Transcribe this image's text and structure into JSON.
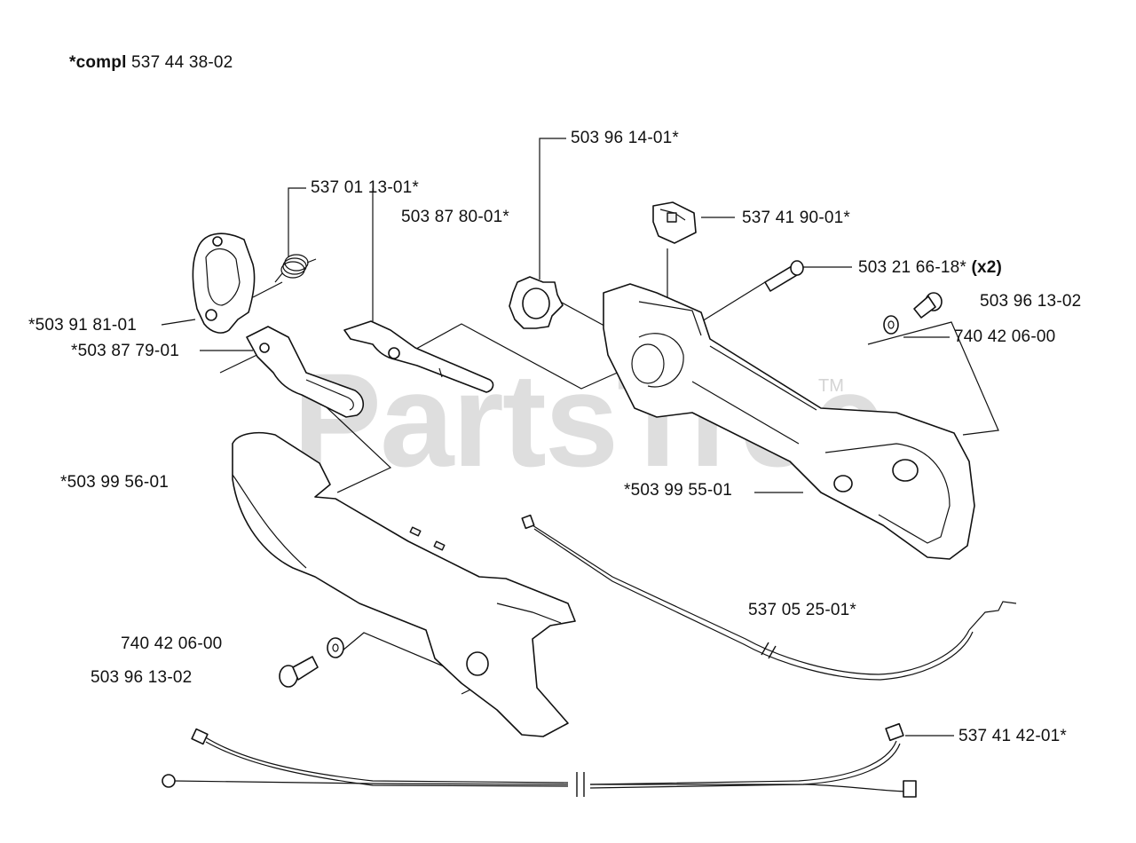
{
  "header": {
    "compl_prefix": "*compl",
    "compl_number": "537 44 38-02"
  },
  "watermark": {
    "text": "PartsTree",
    "tm": "TM"
  },
  "parts": [
    {
      "id": "p1",
      "label": "537 01 13-01*"
    },
    {
      "id": "p2",
      "label": "503 87 80-01*"
    },
    {
      "id": "p3",
      "label": "503 96 14-01*"
    },
    {
      "id": "p4",
      "label": "537 41 90-01*"
    },
    {
      "id": "p5",
      "label": "503 21 66-18*",
      "qty": "(x2)"
    },
    {
      "id": "p6",
      "label": "503 96 13-02"
    },
    {
      "id": "p7",
      "label": "740 42 06-00"
    },
    {
      "id": "p8",
      "label": "*503 91 81-01"
    },
    {
      "id": "p9",
      "label": "*503 87 79-01"
    },
    {
      "id": "p10",
      "label": "*503 99 56-01"
    },
    {
      "id": "p11",
      "label": "*503 99 55-01"
    },
    {
      "id": "p12",
      "label": "537 05 25-01*"
    },
    {
      "id": "p13",
      "label": "740 42 06-00"
    },
    {
      "id": "p14",
      "label": "503 96 13-02"
    },
    {
      "id": "p15",
      "label": "537 41 42-01*"
    }
  ],
  "colors": {
    "line": "#111111",
    "watermark": "#d9d9d9",
    "background": "#ffffff"
  }
}
